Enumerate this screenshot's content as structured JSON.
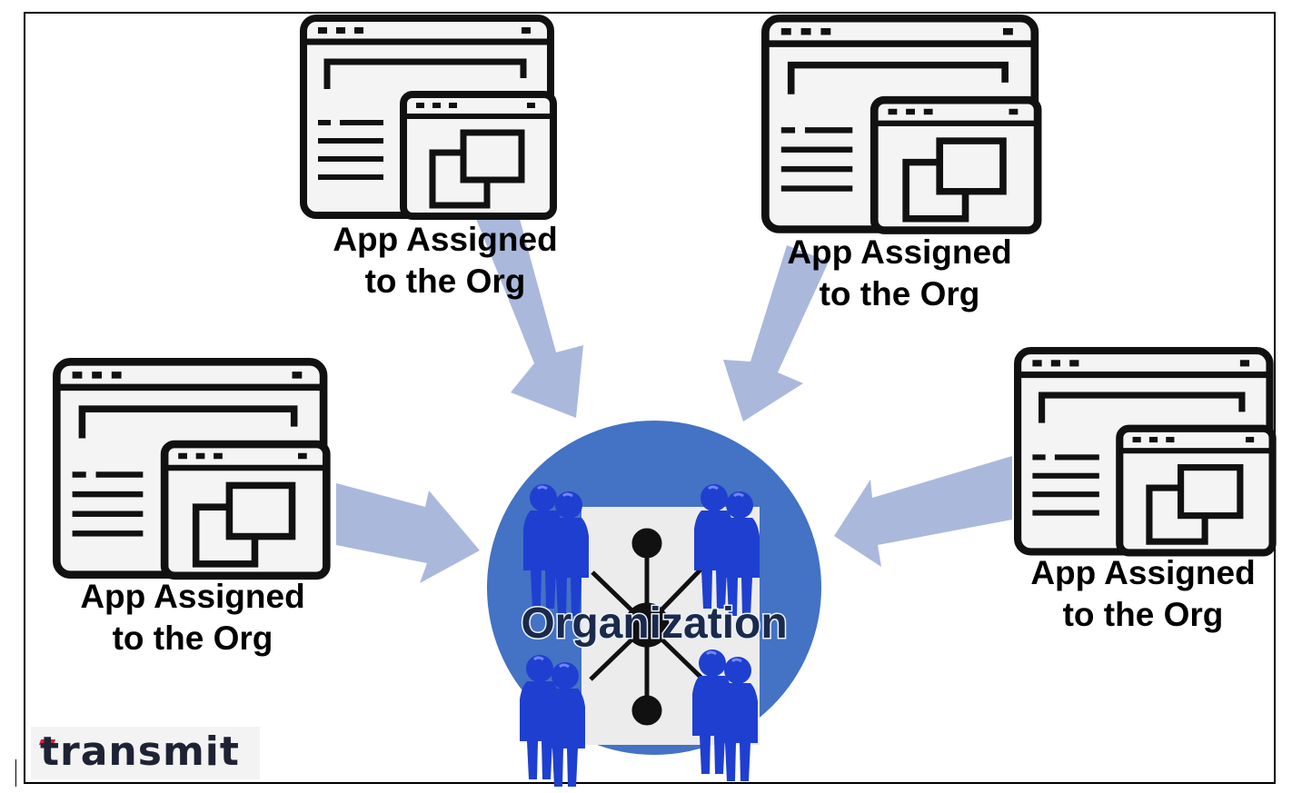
{
  "apps": [
    {
      "label_line1": "App Assigned",
      "label_line2": "to the Org"
    },
    {
      "label_line1": "App Assigned",
      "label_line2": "to the Org"
    },
    {
      "label_line1": "App Assigned",
      "label_line2": "to the Org"
    },
    {
      "label_line1": "App Assigned",
      "label_line2": "to the Org"
    }
  ],
  "center": {
    "label": "Organization",
    "icon": "people-network-icon"
  },
  "logo": {
    "text": "transmit"
  },
  "colors": {
    "arrow": "#aab8dc",
    "circle": "#4472c4",
    "people": "#1f3fd0"
  }
}
